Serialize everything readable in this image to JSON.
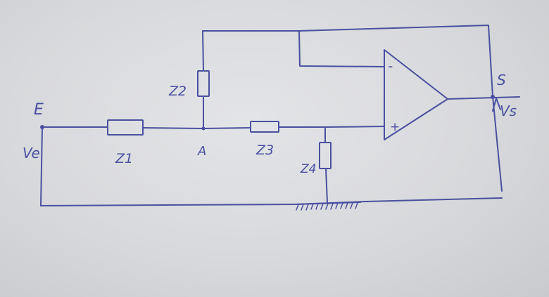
{
  "labels": {
    "E": "E",
    "Ve": "Ve",
    "A": "A",
    "S": "S",
    "Vs": "Vs",
    "Z1": "Z1",
    "Z2": "Z2",
    "Z3": "Z3",
    "Z4": "Z4",
    "minus": "-",
    "plus": "+"
  },
  "colors": {
    "ink": "#4a50a0",
    "paper": "#dcdde0"
  }
}
